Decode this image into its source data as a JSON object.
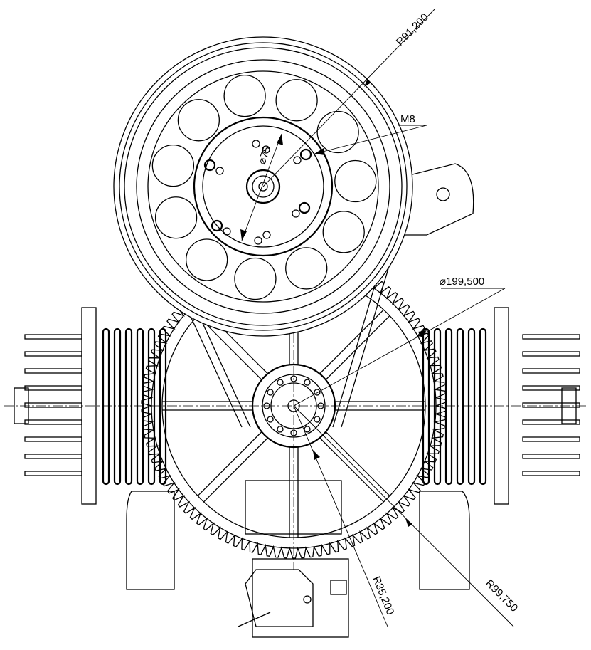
{
  "dimensions": {
    "pulley_radius": "R91,200",
    "thread": "M8",
    "bolt_circle": "75",
    "gear_diameter": "199,500",
    "hub_radius": "R35,200",
    "gear_radius": "R99,750"
  },
  "symbols": {
    "diameter": "⌀"
  },
  "colors": {
    "line": "#000000",
    "background": "#ffffff"
  }
}
